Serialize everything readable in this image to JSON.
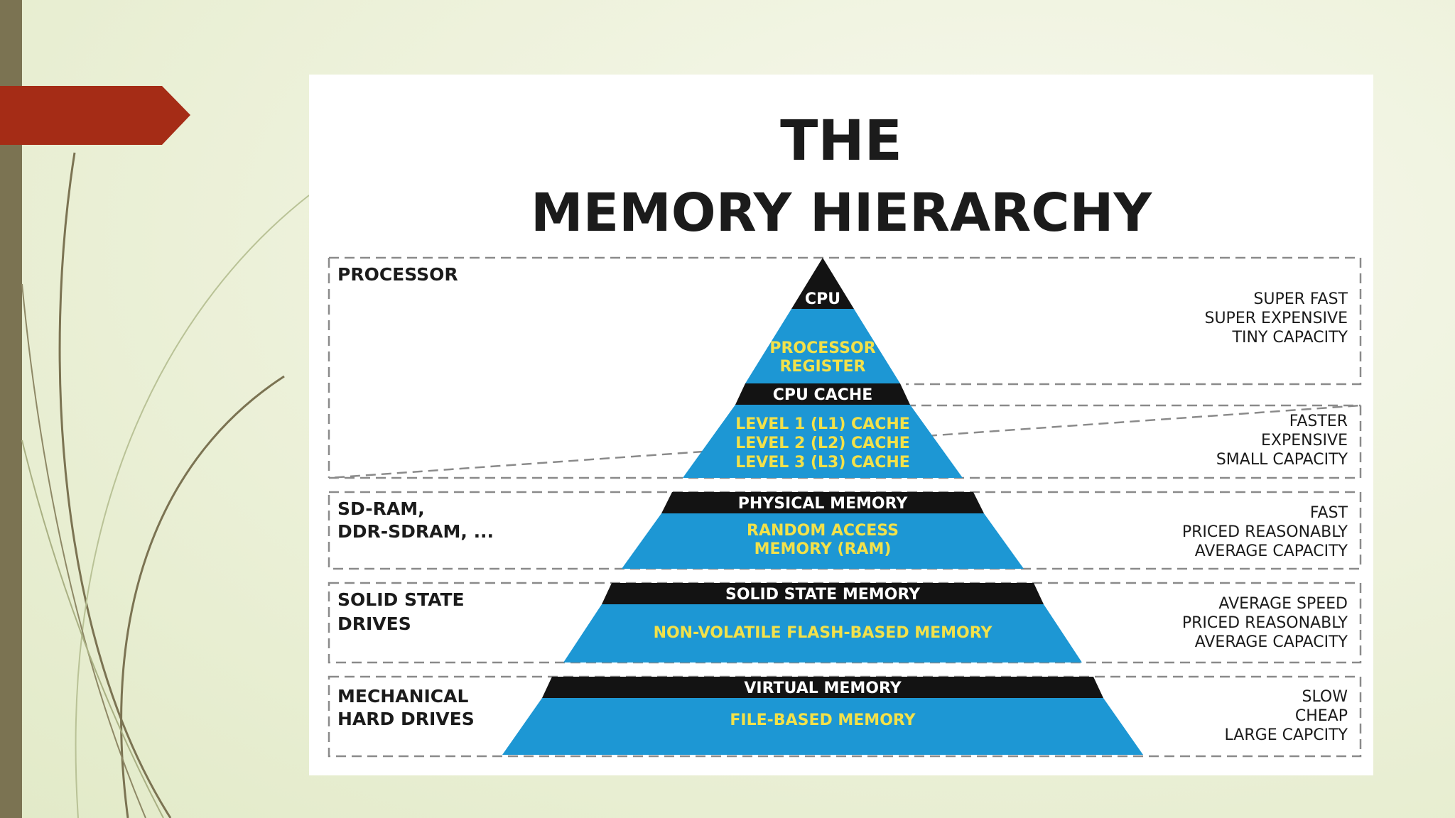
{
  "title": {
    "line1": "THE",
    "line2": "MEMORY HIERARCHY"
  },
  "colors": {
    "band": "#131313",
    "tier_fill": "#1d97d4",
    "inner_text": "#f2e14a",
    "accent_tag": "#a52c16",
    "left_bar": "#7b7352"
  },
  "groups": [
    {
      "left_label": [
        "PROCESSOR"
      ],
      "right_label_sets": [
        [
          "SUPER FAST",
          "SUPER EXPENSIVE",
          "TINY CAPACITY"
        ],
        [
          "FASTER",
          "EXPENSIVE",
          "SMALL CAPACITY"
        ]
      ]
    },
    {
      "left_label": [
        "SD-RAM,",
        "DDR-SDRAM, ..."
      ],
      "right_label_sets": [
        [
          "FAST",
          "PRICED REASONABLY",
          "AVERAGE CAPACITY"
        ]
      ]
    },
    {
      "left_label": [
        "SOLID STATE",
        "DRIVES"
      ],
      "right_label_sets": [
        [
          "AVERAGE SPEED",
          "PRICED REASONABLY",
          "AVERAGE CAPACITY"
        ]
      ]
    },
    {
      "left_label": [
        "MECHANICAL",
        "HARD DRIVES"
      ],
      "right_label_sets": [
        [
          "SLOW",
          "CHEAP",
          "LARGE CAPCITY"
        ]
      ]
    }
  ],
  "tiers": [
    {
      "band": "CPU",
      "inner": [
        "PROCESSOR",
        "REGISTER"
      ]
    },
    {
      "band": "CPU CACHE",
      "inner": [
        "LEVEL 1 (L1) CACHE",
        "LEVEL 2 (L2) CACHE",
        "LEVEL 3 (L3) CACHE"
      ]
    },
    {
      "band": "PHYSICAL MEMORY",
      "inner": [
        "RANDOM ACCESS",
        "MEMORY (RAM)"
      ]
    },
    {
      "band": "SOLID STATE MEMORY",
      "inner": [
        "NON-VOLATILE FLASH-BASED MEMORY"
      ]
    },
    {
      "band": "VIRTUAL MEMORY",
      "inner": [
        "FILE-BASED MEMORY"
      ]
    }
  ]
}
